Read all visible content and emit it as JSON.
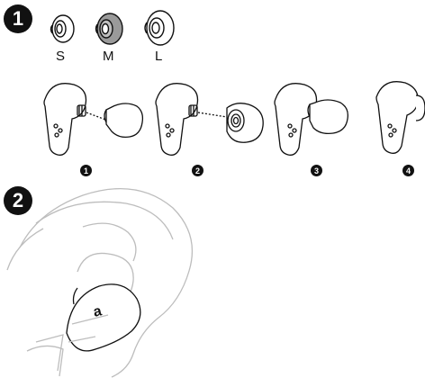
{
  "section1": {
    "number": "1"
  },
  "section2": {
    "number": "2"
  },
  "ear_tip_sizes": [
    {
      "label": "S",
      "highlighted": false
    },
    {
      "label": "M",
      "highlighted": true
    },
    {
      "label": "L",
      "highlighted": false
    }
  ],
  "steps": [
    {
      "number": "1"
    },
    {
      "number": "2"
    },
    {
      "number": "3"
    },
    {
      "number": "4"
    }
  ],
  "brand_mark": "a",
  "colors": {
    "outline": "#111111",
    "highlight_fill": "#9a9a9a",
    "hint_lines": "#bdbdbd"
  }
}
